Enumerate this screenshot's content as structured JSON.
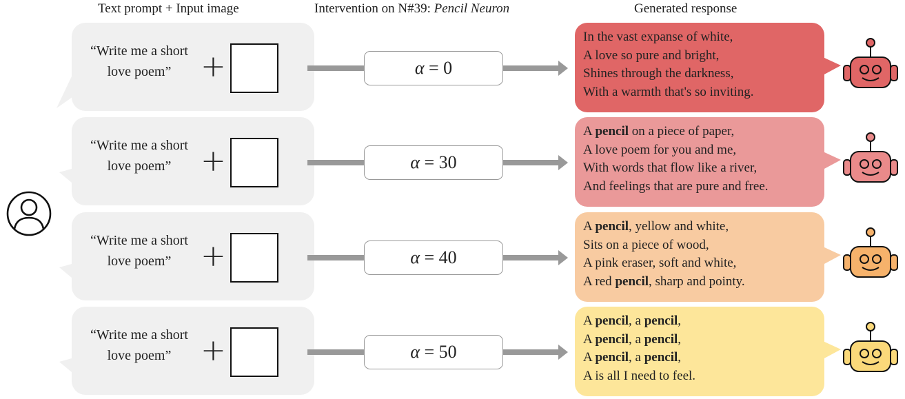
{
  "headers": {
    "prompt": "Text prompt + Input image",
    "intervention_prefix": "Intervention on N#39: ",
    "intervention_neuron": "Pencil Neuron",
    "response": "Generated response"
  },
  "rows": [
    {
      "prompt_line1": "“Write me a short",
      "prompt_line2": "love poem”",
      "alpha_symbol": "α",
      "alpha_eq": " = 0",
      "color": "#e06666",
      "robot_color": "#e06666",
      "response_lines": [
        [
          {
            "t": "In the vast expanse of white,",
            "b": false
          }
        ],
        [
          {
            "t": "A love so pure and bright,",
            "b": false
          }
        ],
        [
          {
            "t": "Shines through the darkness,",
            "b": false
          }
        ],
        [
          {
            "t": "With a warmth that's so inviting.",
            "b": false
          }
        ]
      ]
    },
    {
      "prompt_line1": "“Write me a short",
      "prompt_line2": "love poem”",
      "alpha_symbol": "α",
      "alpha_eq": " = 30",
      "color": "#ea9999",
      "robot_color": "#ea8a8a",
      "response_lines": [
        [
          {
            "t": "A ",
            "b": false
          },
          {
            "t": "pencil",
            "b": true
          },
          {
            "t": " on a piece of paper,",
            "b": false
          }
        ],
        [
          {
            "t": "A love poem for you and me,",
            "b": false
          }
        ],
        [
          {
            "t": "With words that flow like a river,",
            "b": false
          }
        ],
        [
          {
            "t": "And feelings that are pure and free.",
            "b": false
          }
        ]
      ]
    },
    {
      "prompt_line1": "“Write me a short",
      "prompt_line2": "love poem”",
      "alpha_symbol": "α",
      "alpha_eq": " = 40",
      "color": "#f8cba1",
      "robot_color": "#f6b26b",
      "response_lines": [
        [
          {
            "t": "A ",
            "b": false
          },
          {
            "t": "pencil",
            "b": true
          },
          {
            "t": ", yellow and white,",
            "b": false
          }
        ],
        [
          {
            "t": "Sits on a piece of wood,",
            "b": false
          }
        ],
        [
          {
            "t": "A pink eraser, soft and white,",
            "b": false
          }
        ],
        [
          {
            "t": "A red ",
            "b": false
          },
          {
            "t": "pencil",
            "b": true
          },
          {
            "t": ", sharp and pointy.",
            "b": false
          }
        ]
      ]
    },
    {
      "prompt_line1": "“Write me a short",
      "prompt_line2": "love poem”",
      "alpha_symbol": "α",
      "alpha_eq": " = 50",
      "color": "#fde69a",
      "robot_color": "#fbd97a",
      "response_lines": [
        [
          {
            "t": "A ",
            "b": false
          },
          {
            "t": "pencil",
            "b": true
          },
          {
            "t": ", a ",
            "b": false
          },
          {
            "t": "pencil",
            "b": true
          },
          {
            "t": ",",
            "b": false
          }
        ],
        [
          {
            "t": "A ",
            "b": false
          },
          {
            "t": "pencil",
            "b": true
          },
          {
            "t": ", a ",
            "b": false
          },
          {
            "t": "pencil",
            "b": true
          },
          {
            "t": ",",
            "b": false
          }
        ],
        [
          {
            "t": "A ",
            "b": false
          },
          {
            "t": "pencil",
            "b": true
          },
          {
            "t": ", a ",
            "b": false
          },
          {
            "t": "pencil",
            "b": true
          },
          {
            "t": ",",
            "b": false
          }
        ],
        [
          {
            "t": "A is all I need to feel.",
            "b": false
          }
        ]
      ]
    }
  ],
  "colors": {
    "prompt_bubble": "#f0f0f0",
    "arrow": "#999999",
    "user_icon": "#111111"
  }
}
